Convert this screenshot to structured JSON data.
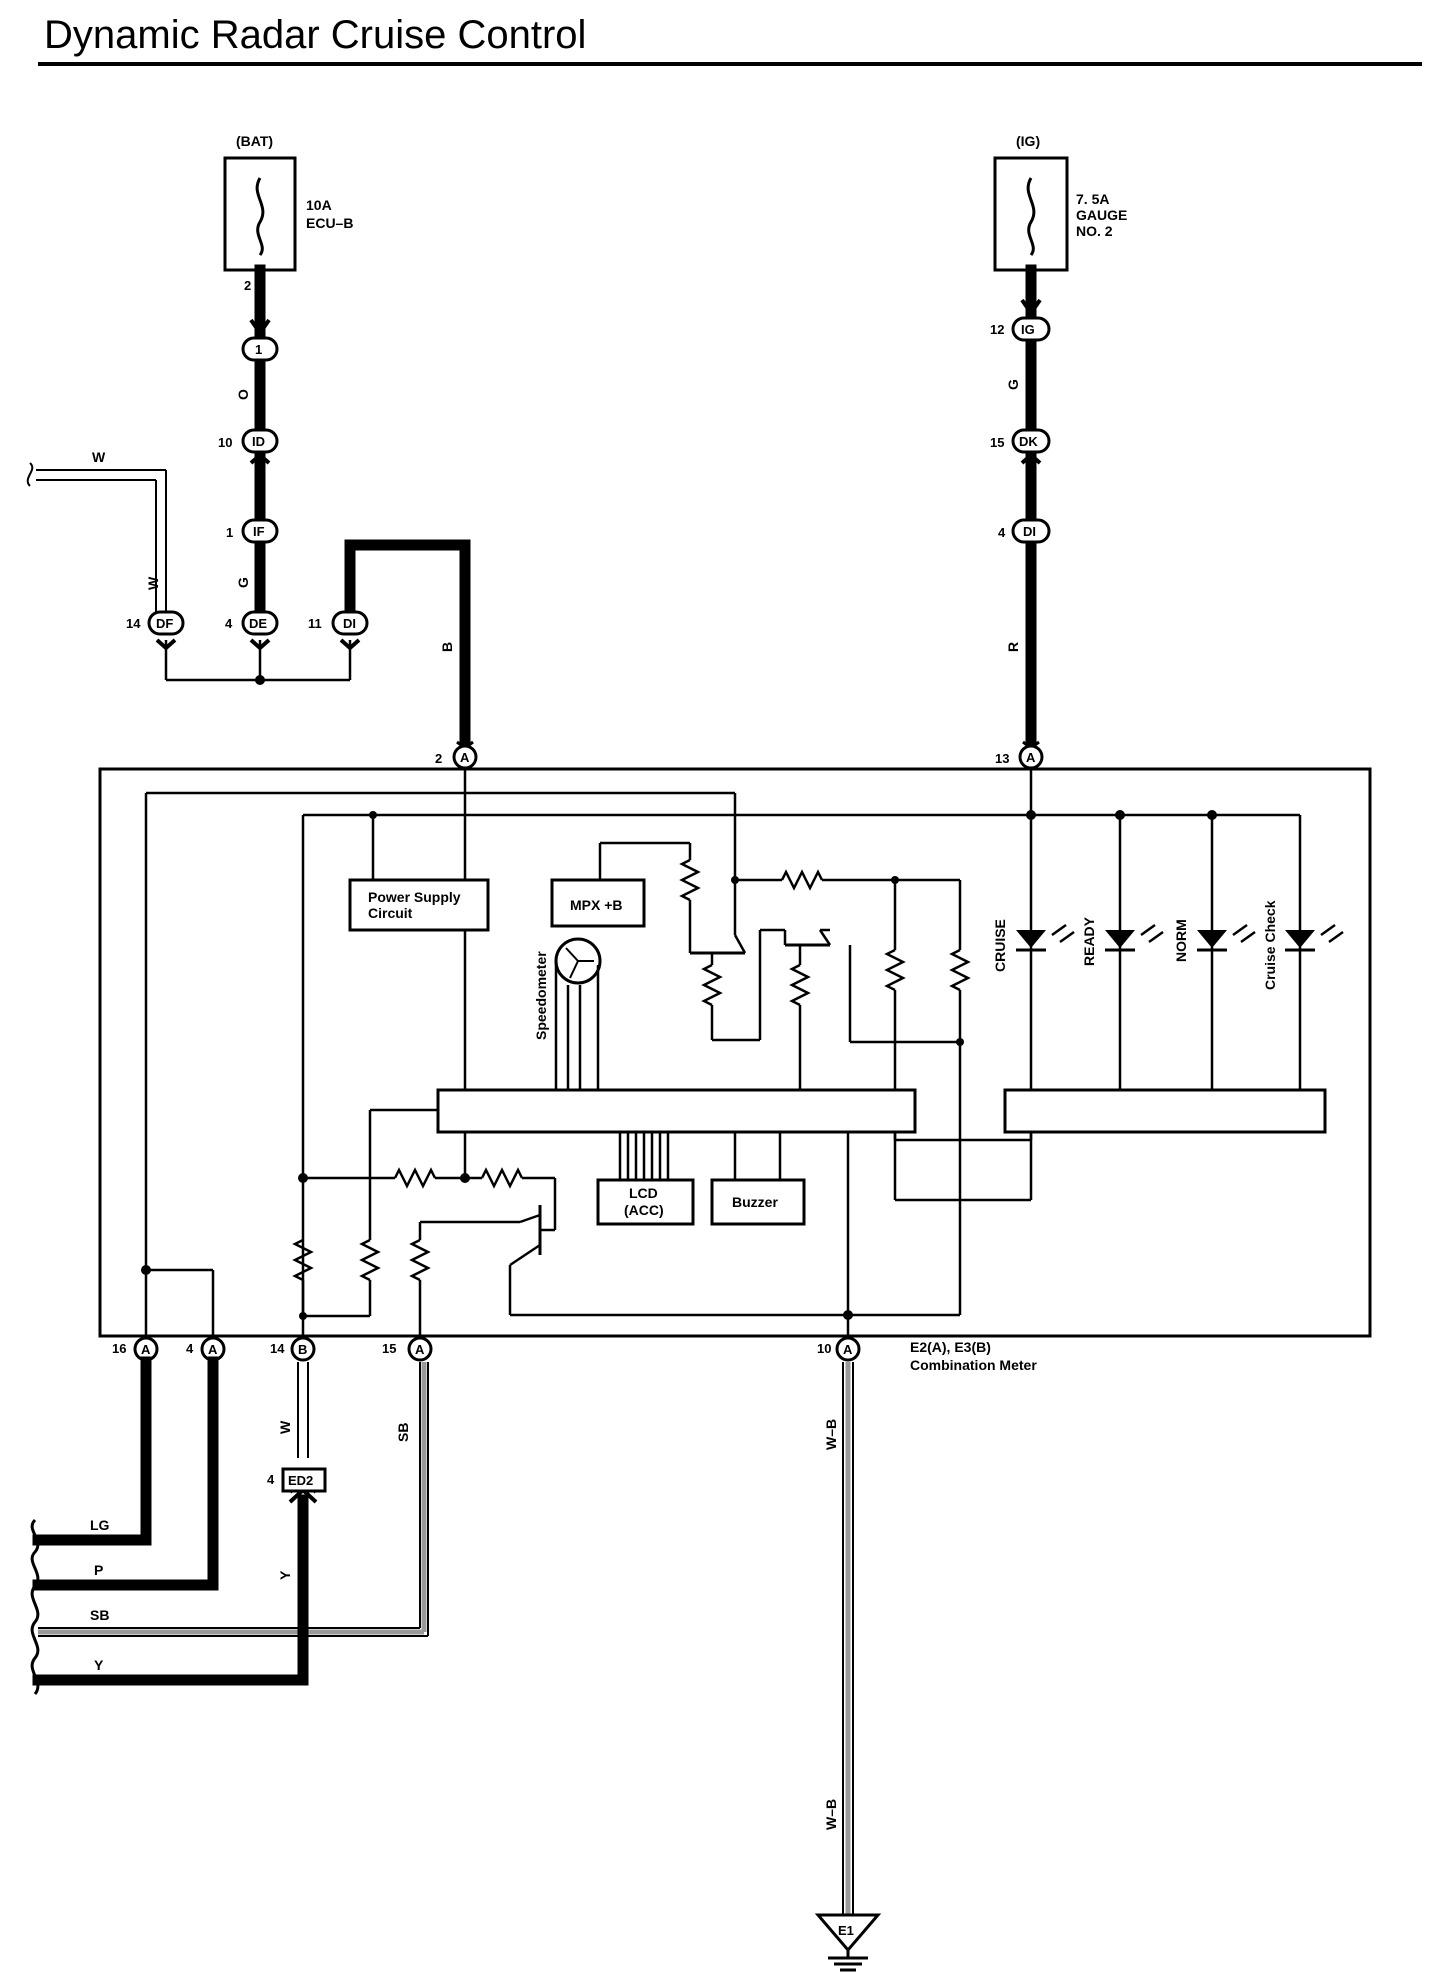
{
  "title": "Dynamic Radar Cruise Control",
  "fuses": [
    {
      "source": "(BAT)",
      "rating": "10A",
      "name": "ECU–B",
      "name2": "",
      "pin": "2"
    },
    {
      "source": "(IG)",
      "rating": "7. 5A",
      "name": "GAUGE",
      "name2": "NO. 2"
    }
  ],
  "junction_connectors": {
    "j1": {
      "pin": "",
      "code": "1"
    },
    "id": {
      "pin": "10",
      "code": "ID"
    },
    "if": {
      "pin": "1",
      "code": "IF"
    },
    "df": {
      "pin": "14",
      "code": "DF"
    },
    "de": {
      "pin": "4",
      "code": "DE"
    },
    "di_left": {
      "pin": "11",
      "code": "DI"
    },
    "ig": {
      "pin": "12",
      "code": "IG"
    },
    "dk": {
      "pin": "15",
      "code": "DK"
    },
    "di_right": {
      "pin": "4",
      "code": "DI"
    }
  },
  "wire_colors": {
    "w_top": "W",
    "w_vert": "W",
    "o": "O",
    "g_left": "G",
    "b": "B",
    "g_right": "G",
    "r": "R",
    "w_ed2": "W",
    "y_ed2": "Y",
    "sb": "SB",
    "wb_upper": "W–B",
    "wb_lower": "W–B",
    "lg": "LG",
    "p": "P",
    "sb_bottom": "SB",
    "y_bottom": "Y"
  },
  "meter_pins": [
    {
      "pin": "2",
      "code": "A"
    },
    {
      "pin": "13",
      "code": "A"
    },
    {
      "pin": "16",
      "code": "A"
    },
    {
      "pin": "4",
      "code": "A"
    },
    {
      "pin": "14",
      "code": "B"
    },
    {
      "pin": "15",
      "code": "A"
    },
    {
      "pin": "10",
      "code": "A"
    }
  ],
  "meter_label": {
    "connectors": "E2(A), E3(B)",
    "name": "Combination Meter"
  },
  "internal_blocks": {
    "power_supply": [
      "Power Supply",
      "Circuit"
    ],
    "mpx": "MPX +B",
    "speedometer": "Speedometer",
    "lcd": [
      "LCD",
      "(ACC)"
    ],
    "buzzer": "Buzzer"
  },
  "indicators": [
    "CRUISE",
    "READY",
    "NORM",
    "Cruise Check"
  ],
  "ed2": {
    "pin": "4",
    "code": "ED2"
  },
  "ground": {
    "code": "E1"
  }
}
